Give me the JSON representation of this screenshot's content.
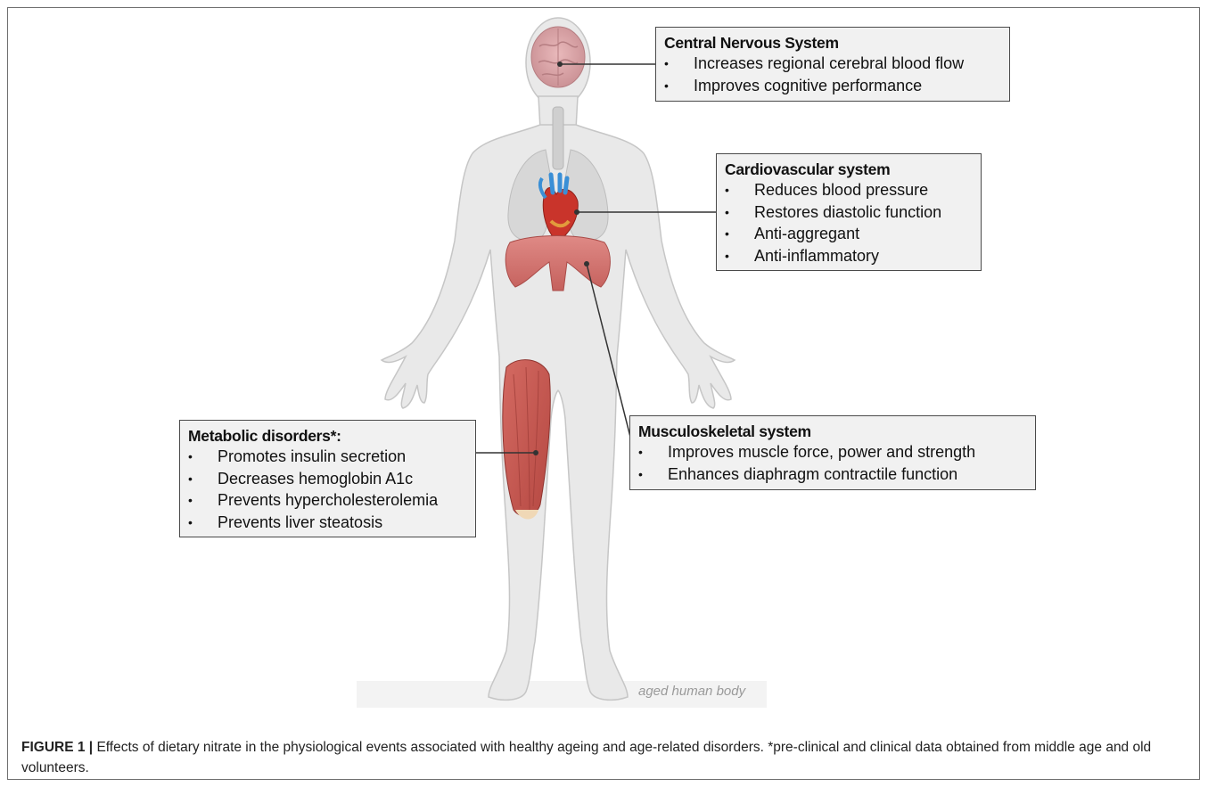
{
  "cns_box": {
    "title": "Central Nervous System",
    "items": [
      "Increases regional cerebral blood flow",
      "Improves cognitive performance"
    ]
  },
  "cardio_box": {
    "title": "Cardiovascular system",
    "items": [
      "Reduces blood pressure",
      "Restores diastolic function",
      "Anti-aggregant",
      "Anti-inflammatory"
    ]
  },
  "musculo_box": {
    "title": "Musculoskeletal system",
    "items": [
      "Improves muscle force, power and strength",
      "Enhances diaphragm contractile function"
    ]
  },
  "metabolic_box": {
    "title": "Metabolic disorders*:",
    "items": [
      "Promotes insulin secretion",
      "Decreases hemoglobin A1c",
      "Prevents hypercholesterolemia",
      "Prevents liver steatosis"
    ]
  },
  "body_label": "aged human body",
  "caption": {
    "label": "FIGURE 1 |",
    "text": " Effects of dietary nitrate in the physiological events associated with healthy ageing and age-related disorders. *pre-clinical and clinical data obtained from middle age and old volunteers."
  },
  "colors": {
    "body_fill": "#e9e9e9",
    "body_outline": "#c9c9c9",
    "brain": "#d8a3a6",
    "heart_red": "#c9342b",
    "vessel_blue": "#3a8fd6",
    "diaphragm": "#cf6f6c",
    "muscle": "#c4514c",
    "box_fill": "#f1f1f1",
    "connector": "#333333"
  }
}
